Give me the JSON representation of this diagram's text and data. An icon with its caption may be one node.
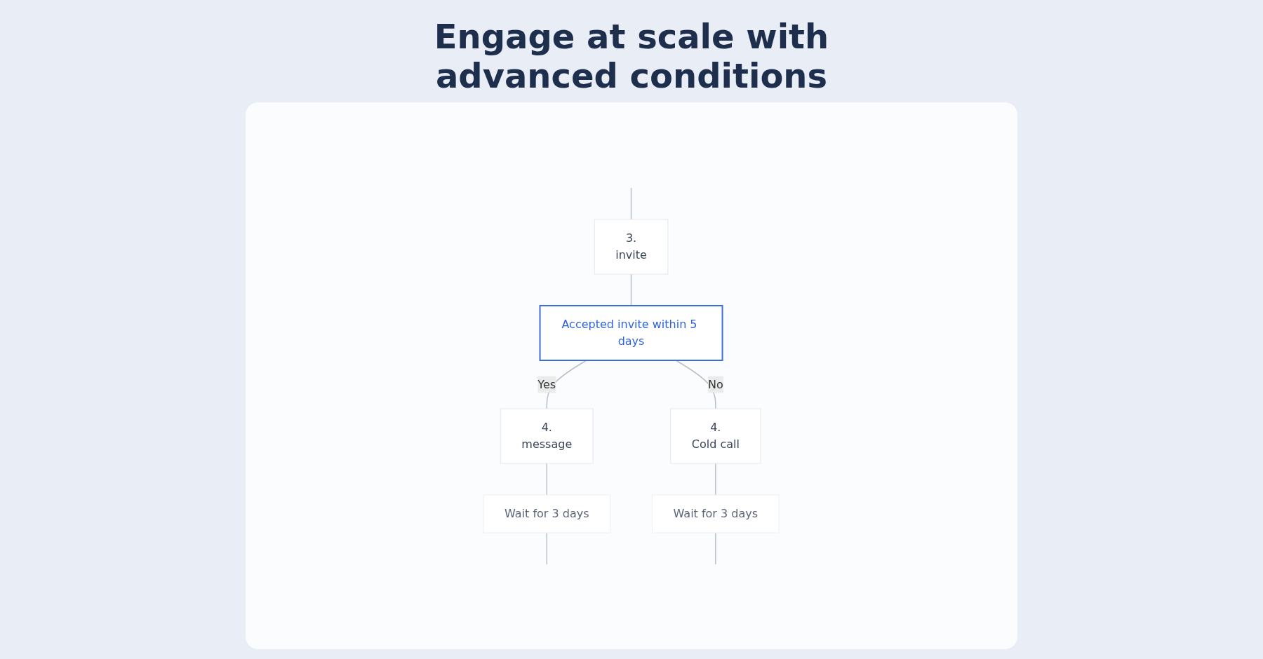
{
  "diagram": {
    "title": "Engage at scale with advanced conditions",
    "nodes": [
      {
        "text": [
          "3.",
          "invite"
        ]
      },
      {
        "text": [
          "Accepted invite within 5 days"
        ]
      },
      {
        "text": [
          "4.",
          "message"
        ]
      },
      {
        "text": [
          "4.",
          "Cold call"
        ]
      },
      {
        "text": [
          "Wait for 3 days"
        ]
      },
      {
        "text": [
          "Wait for 3 days"
        ]
      }
    ],
    "edges": [
      {
        "from": null,
        "to": 0,
        "arrow": "none"
      },
      {
        "from": 0,
        "to": 1,
        "arrow": "none"
      },
      {
        "from": 1,
        "to": 2,
        "label": "Yes",
        "arrow": "none"
      },
      {
        "from": 1,
        "to": 3,
        "label": "No",
        "arrow": "none"
      },
      {
        "from": 2,
        "to": 4,
        "arrow": "none"
      },
      {
        "from": 3,
        "to": 5,
        "arrow": "none"
      },
      {
        "from": 4,
        "to": null,
        "arrow": "none"
      },
      {
        "from": 5,
        "to": null,
        "arrow": "none"
      }
    ]
  }
}
